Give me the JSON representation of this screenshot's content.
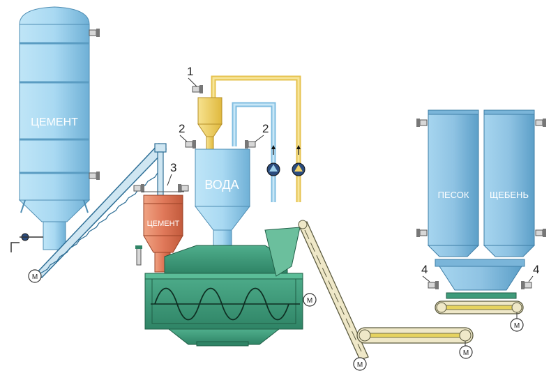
{
  "labels": {
    "cement_silo": "ЦЕМЕНТ",
    "water_tank": "ВОДА",
    "cement_hopper": "ЦЕМЕНТ",
    "sand_bin": "ПЕСОК",
    "gravel_bin": "ЩЕБЕНЬ",
    "motor": "M"
  },
  "callouts": {
    "n1": "1",
    "n2a": "2",
    "n2b": "2",
    "n3": "3",
    "n4a": "4",
    "n4b": "4"
  },
  "colors": {
    "silo_blue": "#a9d9f2",
    "tank_blue": "#9fd3ef",
    "bin_blue": "#8fc3e3",
    "hopper_orange": "#e0795a",
    "dispenser_yellow": "#f1d35e",
    "mixer_green": "#3f9b7a",
    "conveyor_beige": "#efe8c8",
    "pipe_yellow": "#f3d36a",
    "pipe_blue": "#9fd0ea"
  }
}
